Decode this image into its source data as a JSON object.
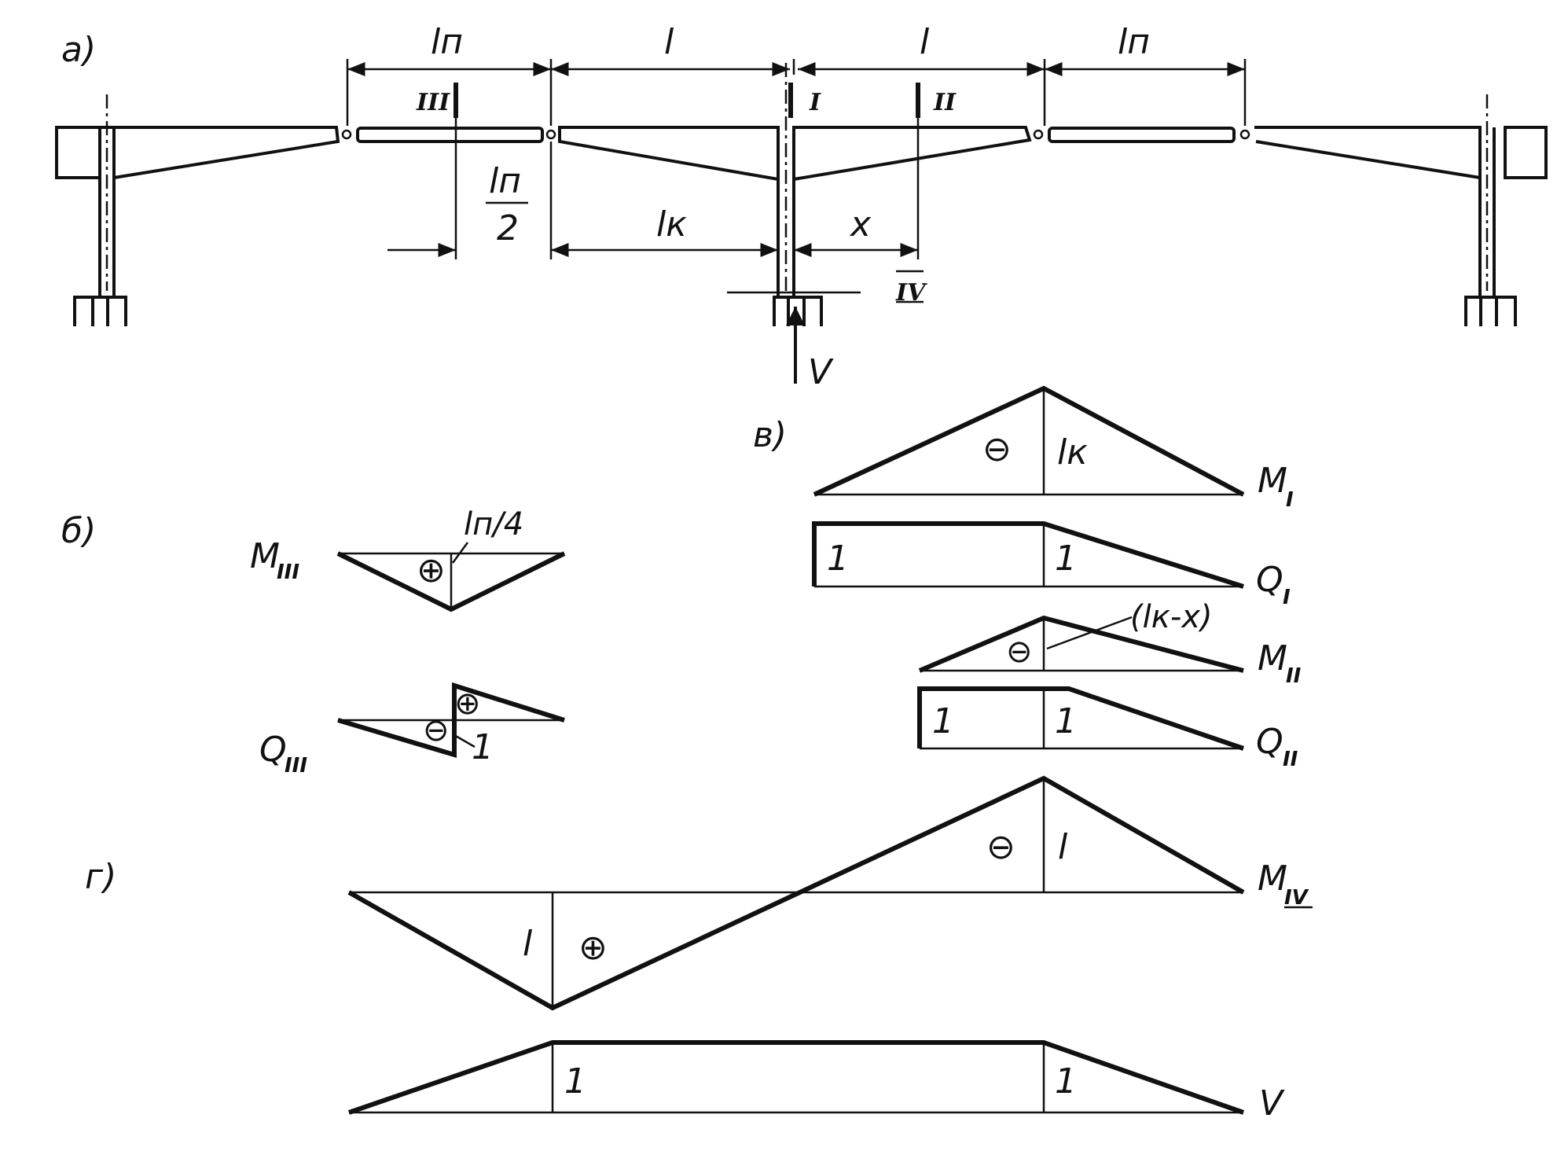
{
  "panels": {
    "a": "а)",
    "b": "б)",
    "v": "в)",
    "g": "г)"
  },
  "dimensions": {
    "l_p_left": "lп",
    "l_mid_left": "l",
    "l_mid_right": "l",
    "l_p_right": "lп",
    "l_p_half_num": "lп",
    "l_p_half_den": "2",
    "l_k": "lк",
    "x": "x"
  },
  "sections": {
    "III": "III",
    "I": "I",
    "II": "II",
    "IV": "IV"
  },
  "reaction_label": "V",
  "diagram_b": {
    "M_label": "M",
    "M_sub": "III",
    "M_sign": "⊕",
    "M_value": "lп/4",
    "Q_label": "Q",
    "Q_sub": "III",
    "Q_sign_pos": "⊕",
    "Q_sign_neg": "⊖",
    "Q_value": "1"
  },
  "diagram_v": {
    "MI_label": "M",
    "MI_sub": "I",
    "MI_sign": "⊖",
    "MI_value": "lк",
    "QI_label": "Q",
    "QI_sub": "I",
    "QI_left_value": "1",
    "QI_right_value": "1",
    "MII_label": "M",
    "MII_sub": "II",
    "MII_sign": "⊖",
    "MII_value": "(lк-x)",
    "QII_label": "Q",
    "QII_sub": "II",
    "QII_left_value": "1",
    "QII_right_value": "1"
  },
  "diagram_g": {
    "MIV_label": "M",
    "MIV_sub": "IV",
    "MIV_pos_sign": "⊕",
    "MIV_pos_value": "l",
    "MIV_neg_sign": "⊖",
    "MIV_neg_value": "l",
    "V_label": "V",
    "V_left_value": "1",
    "V_right_value": "1"
  }
}
